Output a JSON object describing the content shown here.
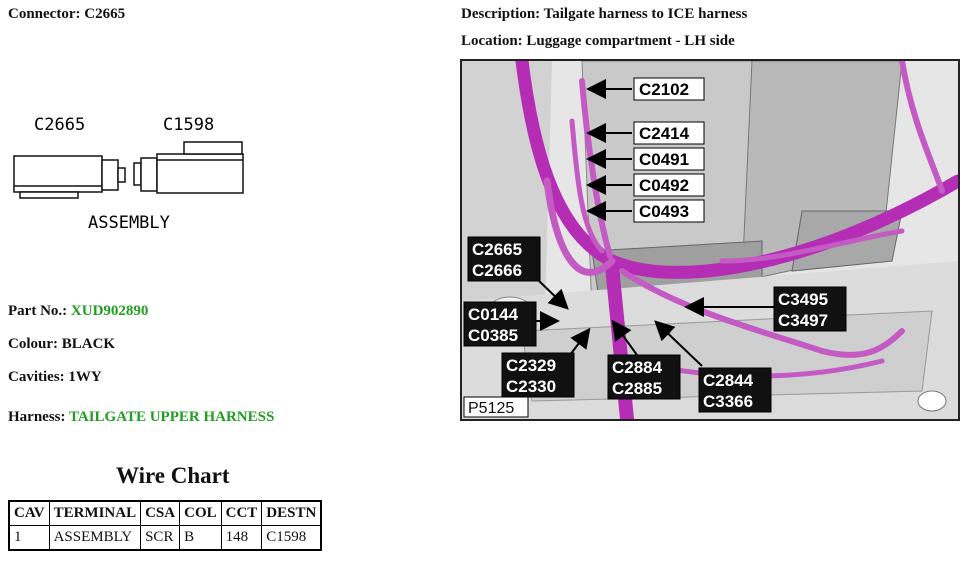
{
  "connector": {
    "label": "Connector:",
    "value": "C2665"
  },
  "description": {
    "label": "Description:",
    "value": "Tailgate harness to ICE harness"
  },
  "location": {
    "label": "Location:",
    "value": "Luggage compartment - LH side"
  },
  "drawing": {
    "left_connector": "C2665",
    "right_connector": "C1598",
    "caption": "ASSEMBLY"
  },
  "part_no": {
    "label": "Part No.:",
    "value": "XUD902890"
  },
  "colour": {
    "label": "Colour:",
    "value": "BLACK"
  },
  "cavities": {
    "label": "Cavities:",
    "value": "1WY"
  },
  "harness": {
    "label": "Harness:",
    "value": "TAILGATE UPPER HARNESS"
  },
  "photo": {
    "ref": "P5125",
    "callouts": {
      "c2102": "C2102",
      "c2414": "C2414",
      "c0491": "C0491",
      "c0492": "C0492",
      "c0493": "C0493",
      "c2665": "C2665",
      "c2666": "C2666",
      "c0144": "C0144",
      "c0385": "C0385",
      "c2329": "C2329",
      "c2330": "C2330",
      "c2884": "C2884",
      "c2885": "C2885",
      "c2844": "C2844",
      "c3366": "C3366",
      "c3495": "C3495",
      "c3497": "C3497"
    }
  },
  "wire_chart": {
    "title": "Wire Chart",
    "headers": [
      "CAV",
      "TERMINAL",
      "CSA",
      "COL",
      "CCT",
      "DESTN"
    ],
    "rows": [
      [
        "1",
        "ASSEMBLY",
        "SCR",
        "B",
        "148",
        "C1598"
      ]
    ]
  },
  "colors": {
    "harness_accent": "#b52db5",
    "green_text": "#1f9e1f"
  }
}
